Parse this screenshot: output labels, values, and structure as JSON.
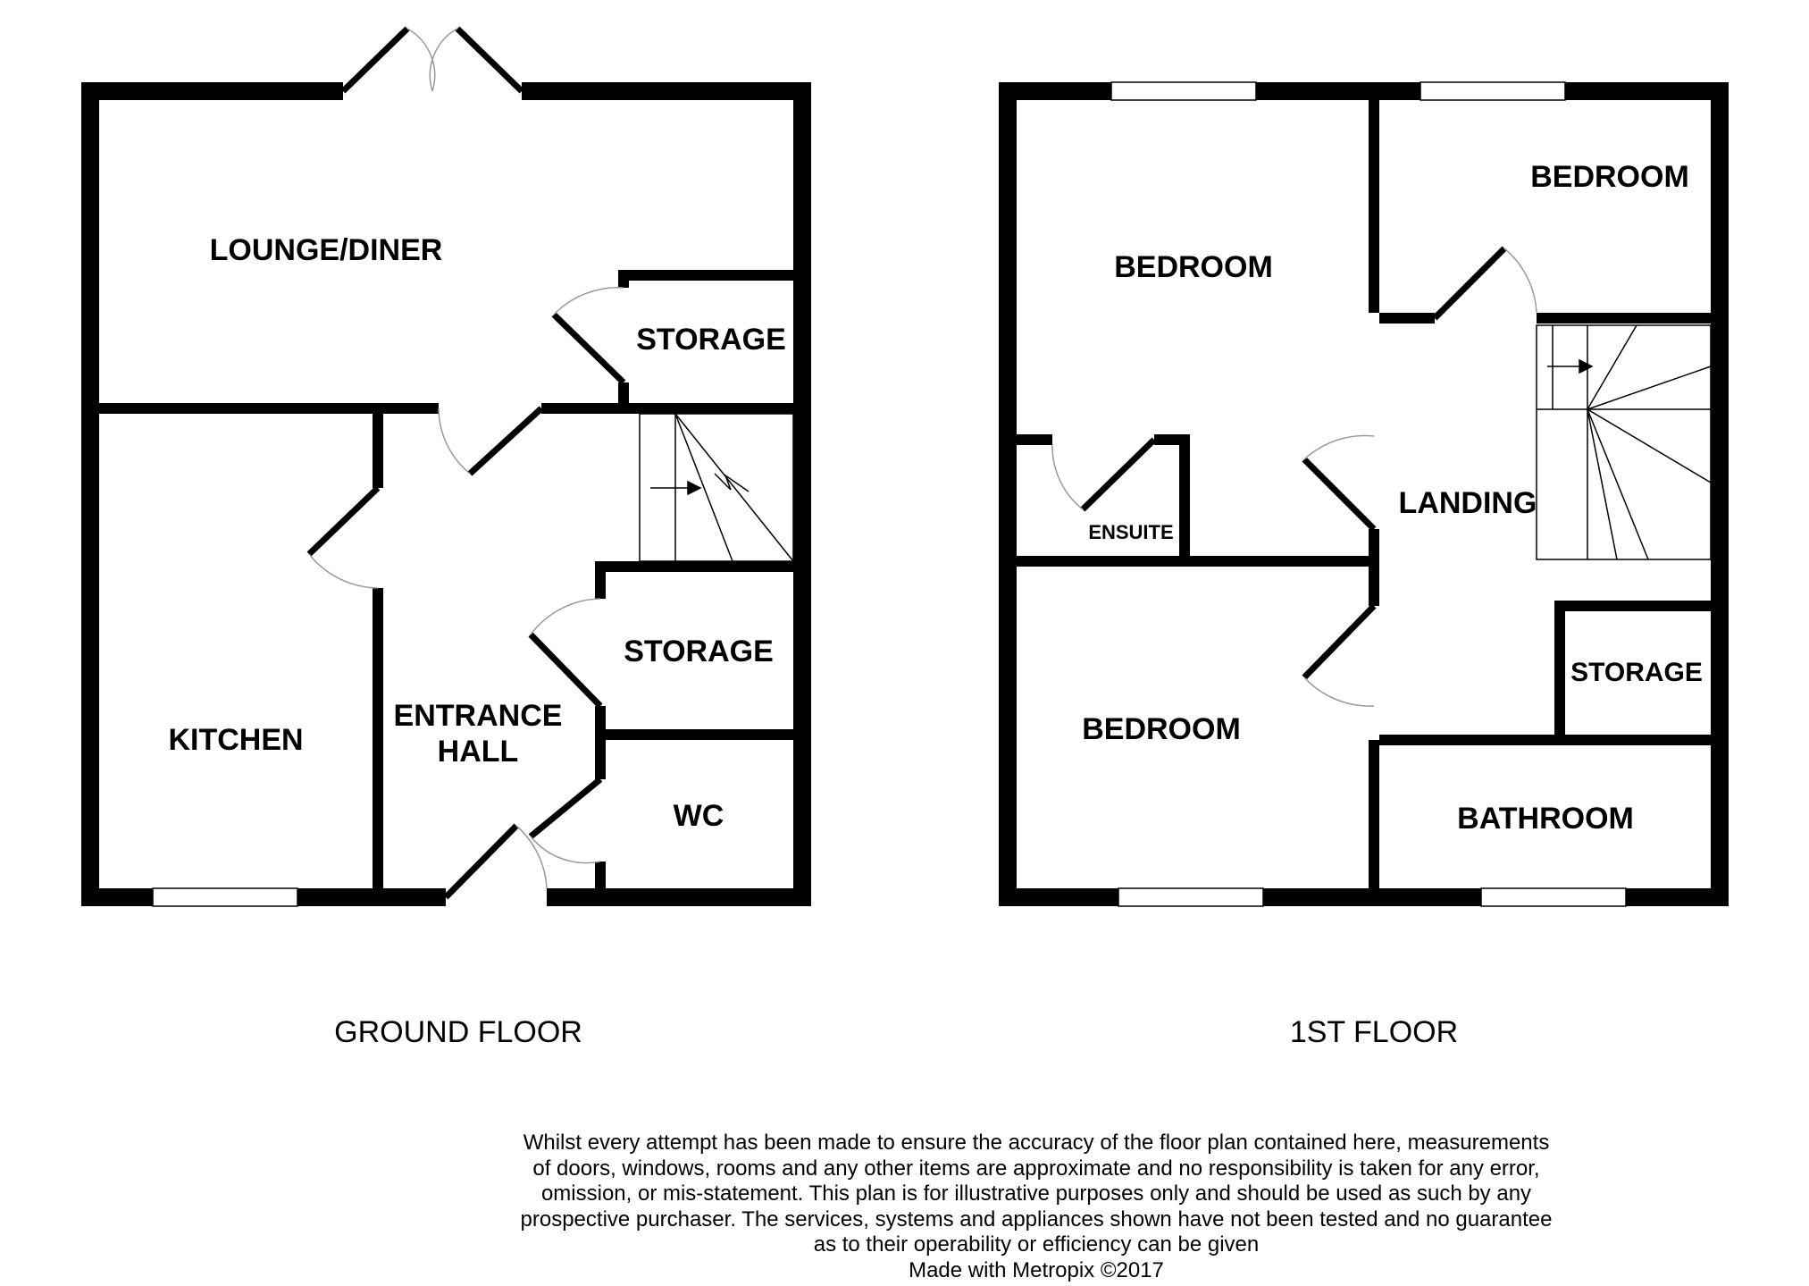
{
  "ground_floor": {
    "title": "GROUND FLOOR",
    "rooms": {
      "lounge_diner": "LOUNGE/DINER",
      "storage_1": "STORAGE",
      "storage_2": "STORAGE",
      "kitchen": "KITCHEN",
      "entrance_hall_line1": "ENTRANCE",
      "entrance_hall_line2": "HALL",
      "wc": "WC"
    }
  },
  "first_floor": {
    "title": "1ST FLOOR",
    "rooms": {
      "bedroom_1": "BEDROOM",
      "bedroom_2": "BEDROOM",
      "bedroom_3": "BEDROOM",
      "ensuite": "ENSUITE",
      "landing": "LANDING",
      "storage": "STORAGE",
      "bathroom": "BATHROOM"
    }
  },
  "disclaimer": {
    "lines": [
      "Whilst every attempt has been made to ensure the accuracy of the floor plan contained here, measurements",
      "of doors, windows, rooms and any other items are approximate and no responsibility is taken for any error,",
      "omission, or mis-statement. This plan is for illustrative purposes only and should be used as such by any",
      "prospective purchaser. The services, systems and appliances shown have not been tested and no guarantee",
      "as to their operability or efficiency can be given"
    ],
    "credit": "Made with Metropix ©2017"
  },
  "colors": {
    "wall": "#000000",
    "background": "#ffffff",
    "door_arc": "#999999"
  }
}
